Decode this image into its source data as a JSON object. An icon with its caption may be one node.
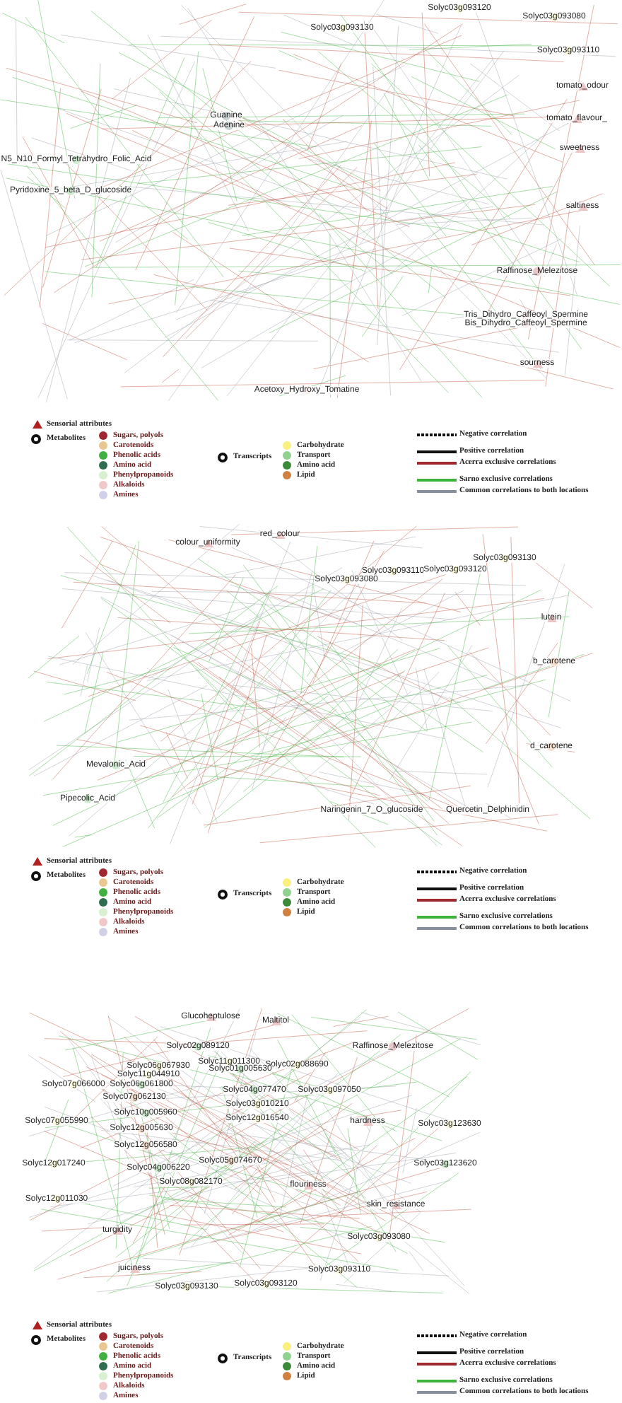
{
  "diagram": {
    "nodes": [
      {
        "text": [
          "Solyc03g093120"
        ]
      },
      {
        "text": [
          "Solyc03g093080"
        ]
      },
      {
        "text": [
          "Solyc03g093130"
        ]
      },
      {
        "text": [
          "Solyc03g093110"
        ]
      },
      {
        "text": [
          "tomato_odour"
        ]
      },
      {
        "text": [
          "tomato_flavour_"
        ]
      },
      {
        "text": [
          "sweetness"
        ]
      },
      {
        "text": [
          "saltiness"
        ]
      },
      {
        "text": [
          "N5_N10_Formyl_Tetrahydro_Folic_Acid"
        ]
      },
      {
        "text": [
          "Pyridoxine_5_beta_D_glucoside"
        ]
      },
      {
        "text": [
          "Guanine"
        ]
      },
      {
        "text": [
          "Adenine"
        ]
      },
      {
        "text": [
          "Raffinose_Melezitose"
        ]
      },
      {
        "text": [
          "Tris_Dihydro_Caffeoyl_Spermine"
        ]
      },
      {
        "text": [
          "Bis_Dihydro_Caffeoyl_Spermine"
        ]
      },
      {
        "text": [
          "sourness"
        ]
      },
      {
        "text": [
          "Acetoxy_Hydroxy_Tomatine"
        ]
      },
      {
        "text": [
          "colour_uniformity"
        ]
      },
      {
        "text": [
          "red_colour"
        ]
      },
      {
        "text": [
          "Solyc03g093130"
        ]
      },
      {
        "text": [
          "Solyc03g093080"
        ]
      },
      {
        "text": [
          "Solyc03g093110"
        ]
      },
      {
        "text": [
          "Solyc03g093120"
        ]
      },
      {
        "text": [
          "lutein"
        ]
      },
      {
        "text": [
          "b_carotene"
        ]
      },
      {
        "text": [
          "d_carotene"
        ]
      },
      {
        "text": [
          "Mevalonic_Acid"
        ]
      },
      {
        "text": [
          "Pipecolic_Acid"
        ]
      },
      {
        "text": [
          "Naringenin_7_O_glucoside"
        ]
      },
      {
        "text": [
          "Quercetin_Delphinidin"
        ]
      },
      {
        "text": [
          "Glucoheptulose"
        ]
      },
      {
        "text": [
          "Maltitol"
        ]
      },
      {
        "text": [
          "Raffinose_Melezitose"
        ]
      },
      {
        "text": [
          "Solyc02g089120"
        ]
      },
      {
        "text": [
          "Solyc11g011300"
        ]
      },
      {
        "text": [
          "Solyc06g067930"
        ]
      },
      {
        "text": [
          "Solyc02g088690"
        ]
      },
      {
        "text": [
          "Solyc11g044910"
        ]
      },
      {
        "text": [
          "Solyc01g005630"
        ]
      },
      {
        "text": [
          "Solyc07g066000"
        ]
      },
      {
        "text": [
          "Solyc06g061800"
        ]
      },
      {
        "text": [
          "Solyc07g062130"
        ]
      },
      {
        "text": [
          "Solyc04g077470"
        ]
      },
      {
        "text": [
          "Solyc03g097050"
        ]
      },
      {
        "text": [
          "Solyc10g005960"
        ]
      },
      {
        "text": [
          "Solyc03g010210"
        ]
      },
      {
        "text": [
          "Solyc07g055990"
        ]
      },
      {
        "text": [
          "Solyc12g016540"
        ]
      },
      {
        "text": [
          "hardness"
        ]
      },
      {
        "text": [
          "Solyc03g123630"
        ]
      },
      {
        "text": [
          "Solyc12g005630"
        ]
      },
      {
        "text": [
          "Solyc12g056580"
        ]
      },
      {
        "text": [
          "Solyc12g017240"
        ]
      },
      {
        "text": [
          "Solyc04g006220"
        ]
      },
      {
        "text": [
          "Solyc05g074670"
        ]
      },
      {
        "text": [
          "Solyc03g123620"
        ]
      },
      {
        "text": [
          "Solyc08g082170"
        ]
      },
      {
        "text": [
          "flouriness"
        ]
      },
      {
        "text": [
          "skin_resistance"
        ]
      },
      {
        "text": [
          "Solyc12g011030"
        ]
      },
      {
        "text": [
          "turgidity"
        ]
      },
      {
        "text": [
          "Solyc03g093080"
        ]
      },
      {
        "text": [
          "juiciness"
        ]
      },
      {
        "text": [
          "Solyc03g093110"
        ]
      },
      {
        "text": [
          "Solyc03g093130"
        ]
      },
      {
        "text": [
          "Solyc03g093120"
        ]
      }
    ],
    "edges": [],
    "legend": [
      {
        "text": "Sensorial attributes"
      },
      {
        "text": "Metabolites"
      },
      {
        "text": "Sugars, polyols",
        "color": "#a02830"
      },
      {
        "text": "Carotenoids",
        "color": "#e8c890"
      },
      {
        "text": "Phenolic acids",
        "color": "#40b040"
      },
      {
        "text": "Amino acid",
        "color": "#2f6f4f"
      },
      {
        "text": "Phenylpropanoids",
        "color": "#d8f0d0"
      },
      {
        "text": "Alkaloids",
        "color": "#f0c8c8"
      },
      {
        "text": "Amines",
        "color": "#d0d0e8"
      },
      {
        "text": "Transcripts"
      },
      {
        "text": "Carbohydrate",
        "color": "#f8f080"
      },
      {
        "text": "Transport",
        "color": "#90d090"
      },
      {
        "text": "Amino acid",
        "color": "#3a8a3a"
      },
      {
        "text": "Lipid",
        "color": "#d08040"
      },
      {
        "text": "Negative correlation"
      },
      {
        "text": "Positive correlation"
      },
      {
        "text": "Acerra exclusive correlations"
      },
      {
        "text": "Sarno exclusive correlations"
      },
      {
        "text": "Common correlations to both locations"
      },
      {
        "text": "Sensorial attributes"
      },
      {
        "text": "Metabolites"
      },
      {
        "text": "Sugars, polyols",
        "color": "#a02830"
      },
      {
        "text": "Carotenoids",
        "color": "#e8c890"
      },
      {
        "text": "Phenolic acids",
        "color": "#40b040"
      },
      {
        "text": "Amino acid",
        "color": "#2f6f4f"
      },
      {
        "text": "Phenylpropanoids",
        "color": "#d8f0d0"
      },
      {
        "text": "Alkaloids",
        "color": "#f0c8c8"
      },
      {
        "text": "Amines",
        "color": "#d0d0e8"
      },
      {
        "text": "Transcripts"
      },
      {
        "text": "Carbohydrate",
        "color": "#f8f080"
      },
      {
        "text": "Transport",
        "color": "#90d090"
      },
      {
        "text": "Amino acid",
        "color": "#3a8a3a"
      },
      {
        "text": "Lipid",
        "color": "#d08040"
      },
      {
        "text": "Negative correlation"
      },
      {
        "text": "Positive correlation"
      },
      {
        "text": "Acerra exclusive correlations"
      },
      {
        "text": "Sarno exclusive correlations"
      },
      {
        "text": "Common correlations to both locations"
      },
      {
        "text": "Sensorial attributes"
      },
      {
        "text": "Metabolites"
      },
      {
        "text": "Sugars, polyols",
        "color": "#a02830"
      },
      {
        "text": "Carotenoids",
        "color": "#e8c890"
      },
      {
        "text": "Phenolic acids",
        "color": "#40b040"
      },
      {
        "text": "Amino acid",
        "color": "#2f6f4f"
      },
      {
        "text": "Phenylpropanoids",
        "color": "#d8f0d0"
      },
      {
        "text": "Alkaloids",
        "color": "#f0c8c8"
      },
      {
        "text": "Amines",
        "color": "#d0d0e8"
      },
      {
        "text": "Transcripts"
      },
      {
        "text": "Carbohydrate",
        "color": "#f8f080"
      },
      {
        "text": "Transport",
        "color": "#90d090"
      },
      {
        "text": "Amino acid",
        "color": "#3a8a3a"
      },
      {
        "text": "Lipid",
        "color": "#d08040"
      },
      {
        "text": "Negative correlation"
      },
      {
        "text": "Positive correlation"
      },
      {
        "text": "Acerra exclusive correlations"
      },
      {
        "text": "Sarno exclusive correlations"
      },
      {
        "text": "Common correlations to both locations"
      }
    ]
  }
}
